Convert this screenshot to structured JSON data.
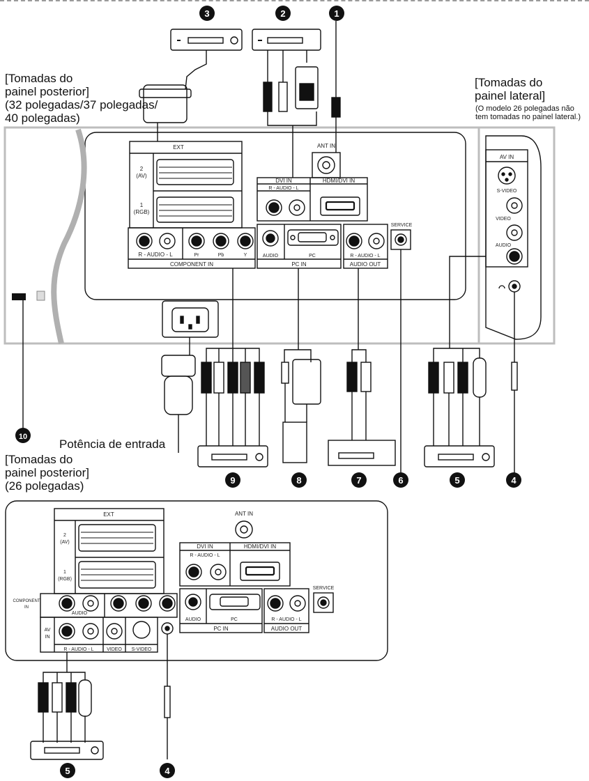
{
  "labels": {
    "rear_32_40": [
      "[Tomadas do",
      "painel posterior]",
      "(32 polegadas/37 polegadas/",
      "40 polegadas)"
    ],
    "side_panel": [
      "[Tomadas do",
      "painel lateral]"
    ],
    "side_note": [
      "(O modelo 26 polegadas não",
      "tem tomadas no painel lateral.)"
    ],
    "rear_26": [
      "[Tomadas do",
      "painel posterior]",
      "(26 polegadas)"
    ],
    "power_input": "Potência de entrada"
  },
  "jacks": {
    "ext": "EXT",
    "ext_2": [
      "2",
      "(AV)"
    ],
    "ext_1": [
      "1",
      "(RGB)"
    ],
    "ant_in": "ANT IN",
    "dvi_in": "DVI IN",
    "hdmi_dvi_in": "HDMI/DVI IN",
    "r_audio_l": "R - AUDIO - L",
    "component_in": "COMPONENT IN",
    "audio": "AUDIO",
    "pc": "PC",
    "pc_in": "PC IN",
    "audio_out": "AUDIO OUT",
    "service": "SERVICE",
    "av_in": "AV IN",
    "s_video": "S-VIDEO",
    "video": "VIDEO",
    "component_26": [
      "COMPONENT",
      "IN"
    ],
    "av_in_26": [
      "AV",
      "IN"
    ],
    "comp_letters": [
      "Pr",
      "Pb",
      "Y"
    ]
  },
  "callouts": {
    "n1": "1",
    "n2": "2",
    "n3": "3",
    "n4": "4",
    "n5": "5",
    "n6": "6",
    "n7": "7",
    "n8": "8",
    "n9": "9",
    "n10": "10"
  }
}
